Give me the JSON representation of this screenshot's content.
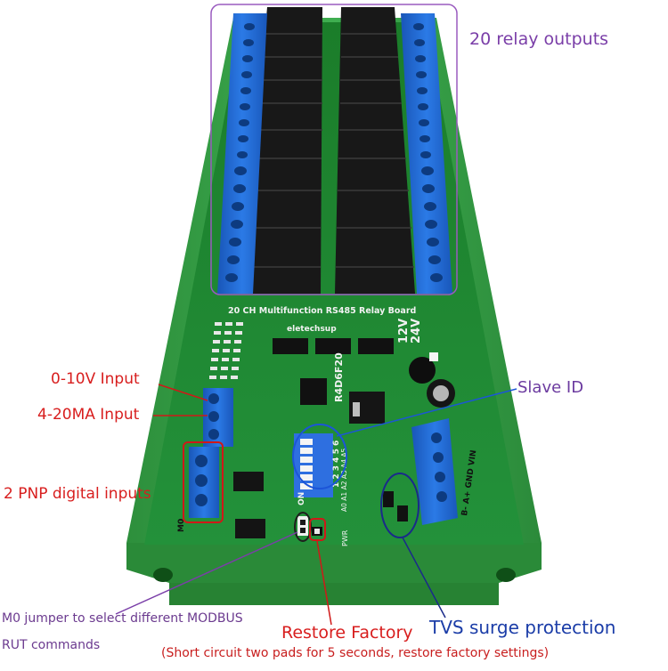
{
  "board": {
    "title": "20 CH Multifunction RS485 Relay Board",
    "brand": "eletechsup",
    "model": "R4D6F20",
    "voltage_12": "12V",
    "voltage_24": "24V",
    "dip_on": "ON",
    "dip_numbers": "1 2 3 4 5 6",
    "dip_address": "A0 A1 A2 A3 A4 A5",
    "terminal_power": "B- A+ GND VIN",
    "pwr_label": "PWR",
    "jumper_label": "M0",
    "edge_label": "M0"
  },
  "annotations": {
    "relay_outputs": "20 relay outputs",
    "slave_id": "Slave ID",
    "analog_voltage": "0-10V Input",
    "analog_current": "4-20MA Input",
    "pnp_inputs": "2 PNP digital inputs",
    "m0_jumper_line1": "M0 jumper to select different MODBUS",
    "m0_jumper_line2": "RUT commands",
    "restore_factory": "Restore Factory",
    "restore_note": "(Short circuit two pads for 5 seconds, restore factory settings)",
    "tvs": "TVS surge protection"
  },
  "colors": {
    "pcb": "#1f8a2e",
    "rail": "#3aa64a",
    "terminal": "#1f6fd6",
    "relay": "#1b1b1b",
    "purple": "#7a3ea8",
    "red": "#d81e1e",
    "blue": "#1b3da8"
  }
}
